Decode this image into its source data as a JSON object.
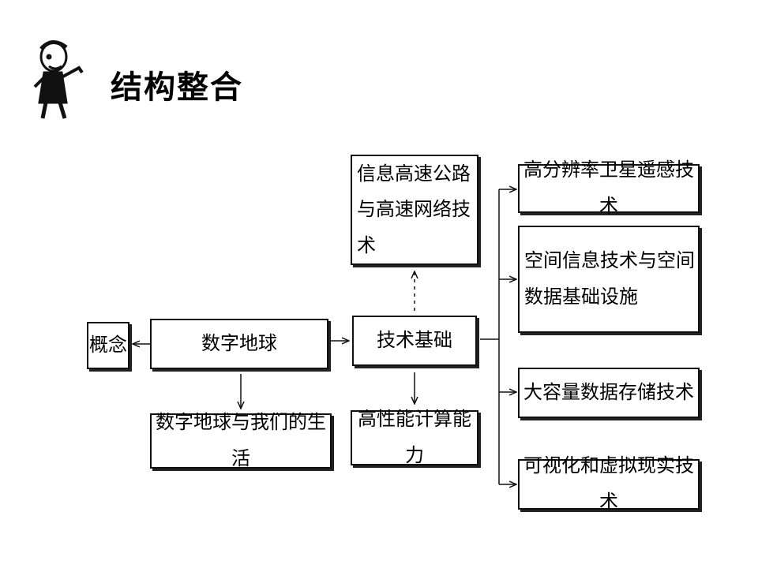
{
  "title": "结构整合",
  "nodes": {
    "concept": "概念",
    "digital_earth": "数字地球",
    "life": "数字地球与我们的生活",
    "tech_base": "技术基础",
    "info_highway": "信息高速公路与高速网络技术",
    "hpc": "高性能计算能力",
    "remote_sensing": "高分辨率卫星遥感技术",
    "spatial_info": "空间信息技术与空间数据基础设施",
    "storage": "大容量数据存储技术",
    "vr": "可视化和虚拟现实技术"
  }
}
